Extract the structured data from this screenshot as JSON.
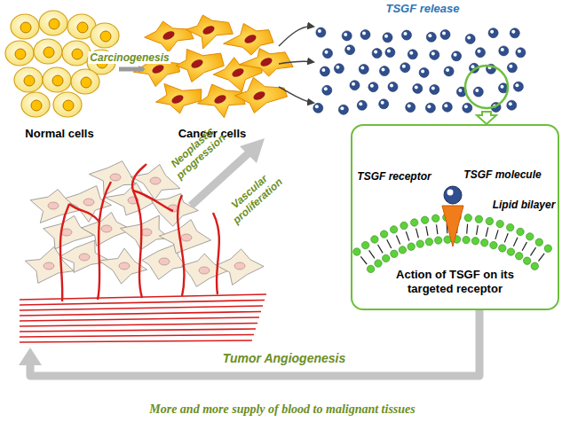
{
  "diagram": {
    "nodes": [
      {
        "text": [
          "Normal cells"
        ]
      },
      {
        "text": [
          "Cancer cells"
        ]
      },
      {
        "text": [
          "TSGF release"
        ]
      },
      {
        "text": [
          "Action of TSGF on its targeted receptor"
        ]
      }
    ],
    "edges": [
      {
        "from": 0,
        "to": 1,
        "label": "Carcinogenesis",
        "arrow": "to"
      },
      {
        "from": 1,
        "to": 2,
        "arrow": "to"
      },
      {
        "from": 2,
        "to": 3,
        "arrow": "to"
      }
    ],
    "labels": [
      "TSGF receptor",
      "TSGF molecule",
      "Lipid bilayer",
      "Neoplastic progression",
      "Vascular proliferation",
      "Tumor Angiogenesis",
      "More and more supply of blood to malignant tissues"
    ]
  }
}
